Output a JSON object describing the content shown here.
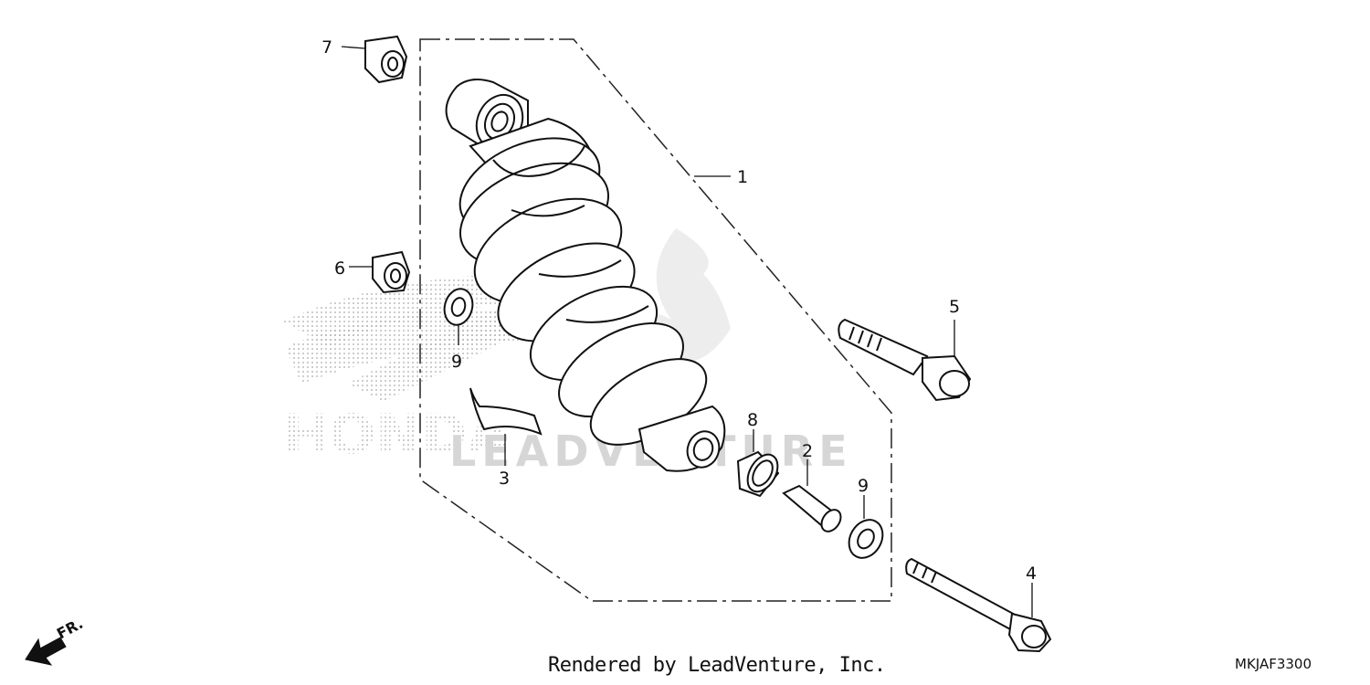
{
  "diagram": {
    "callouts": [
      {
        "id": "part-1",
        "label": "1"
      },
      {
        "id": "part-2",
        "label": "2"
      },
      {
        "id": "part-3",
        "label": "3"
      },
      {
        "id": "part-4",
        "label": "4"
      },
      {
        "id": "part-5",
        "label": "5"
      },
      {
        "id": "part-6",
        "label": "6"
      },
      {
        "id": "part-7",
        "label": "7"
      },
      {
        "id": "part-8",
        "label": "8"
      },
      {
        "id": "part-9a",
        "label": "9"
      },
      {
        "id": "part-9b",
        "label": "9"
      }
    ],
    "direction_label": "FR.",
    "watermark_text": "LEADVENTURE",
    "watermark_brand": "HONDA"
  },
  "footer": {
    "credit": "Rendered by LeadVenture, Inc.",
    "diagram_code": "MKJAF3300"
  }
}
